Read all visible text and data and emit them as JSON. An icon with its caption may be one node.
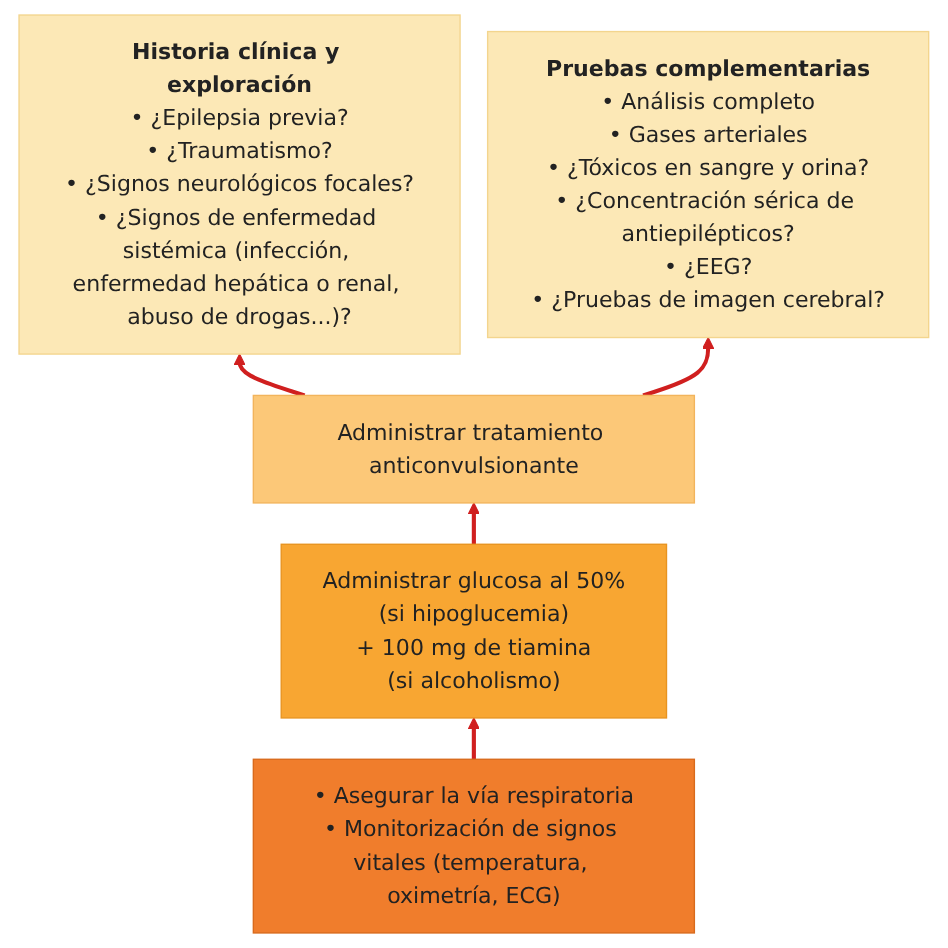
{
  "diagram": {
    "nodes": [
      {
        "text": [
          "Historia clínica y exploración",
          "• ¿Epilepsia previa?",
          "• ¿Traumatismo?",
          "• ¿Signos neurológicos focales?",
          "• ¿Signos de enfermedad sistémica (infección, enfermedad hepática o renal, abuso de drogas...)?"
        ]
      },
      {
        "text": [
          "Pruebas complementarias",
          "• Análisis completo",
          "• Gases arteriales",
          "• ¿Tóxicos en sangre y orina?",
          "• ¿Concentración sérica de antiepilépticos?",
          "• ¿EEG?",
          "• ¿Pruebas de imagen cerebral?"
        ]
      },
      {
        "text": [
          "Administrar tratamiento anticonvulsionante"
        ]
      },
      {
        "text": [
          "Administrar glucosa al 50%",
          "(si hipoglucemia)",
          "+ 100 mg de tiamina",
          "(si alcoholismo)"
        ]
      },
      {
        "text": [
          "• Asegurar la vía respiratoria",
          "• Monitorización de signos vitales (temperatura, oximetría, ECG)"
        ]
      }
    ],
    "edges": [
      {
        "from": 4,
        "to": 3,
        "arrow": "to"
      },
      {
        "from": 3,
        "to": 2,
        "arrow": "to"
      },
      {
        "from": 2,
        "to": 0,
        "arrow": "to"
      },
      {
        "from": 2,
        "to": 1,
        "arrow": "to"
      }
    ]
  }
}
